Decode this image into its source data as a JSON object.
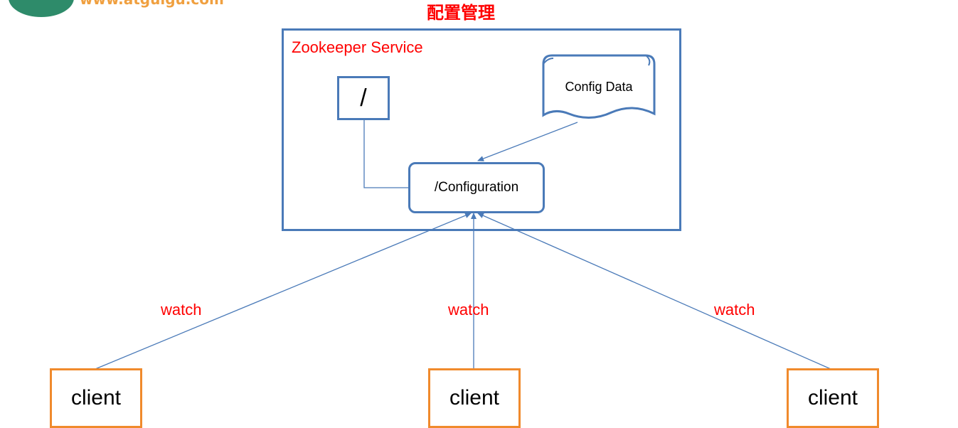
{
  "header": {
    "logo_text": "www.atguigu.com",
    "title": "配置管理"
  },
  "service": {
    "label": "Zookeeper Service",
    "root_node_label": "/",
    "config_data_label": "Config Data",
    "configuration_node_label": "/Configuration"
  },
  "clients": [
    {
      "label": "client",
      "edge_label": "watch"
    },
    {
      "label": "client",
      "edge_label": "watch"
    },
    {
      "label": "client",
      "edge_label": "watch"
    }
  ],
  "colors": {
    "service_border": "#4a7ab8",
    "client_border": "#f08a2c",
    "label_red": "#ff0000",
    "logo_green": "#2e8b6a",
    "logo_orange": "#f0a040"
  }
}
